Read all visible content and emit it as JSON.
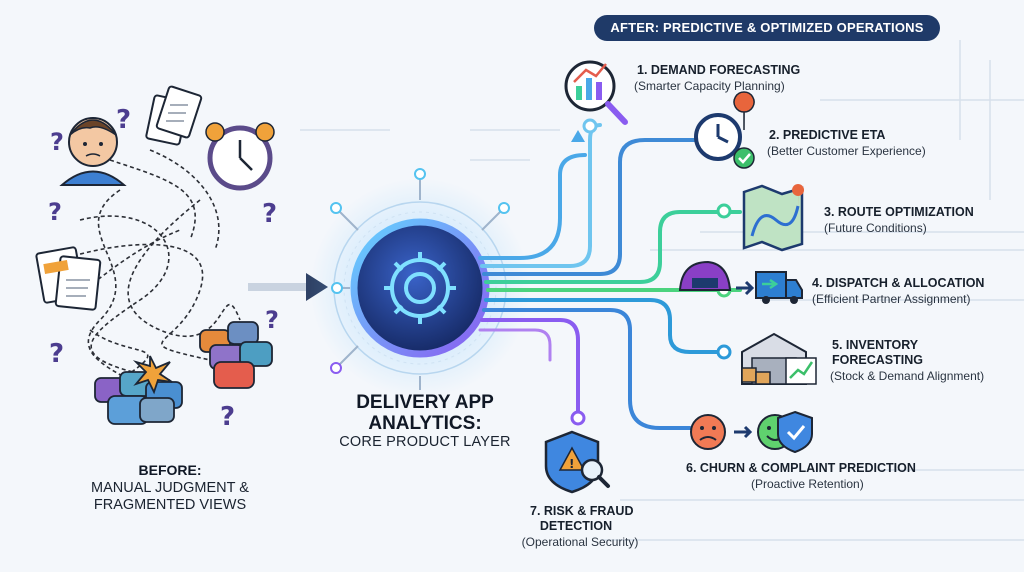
{
  "banner": "AFTER: PREDICTIVE & OPTIMIZED OPERATIONS",
  "center": {
    "title_line1": "DELIVERY APP",
    "title_line2": "ANALYTICS:",
    "subtitle": "CORE PRODUCT LAYER"
  },
  "before": {
    "title": "BEFORE:",
    "subtitle_line1": "MANUAL JUDGMENT &",
    "subtitle_line2": "FRAGMENTED VIEWS"
  },
  "steps": [
    {
      "title": "1. DEMAND FORECASTING",
      "subtitle": "(Smarter Capacity Planning)",
      "icon": "demand-forecast-icon"
    },
    {
      "title": "2. PREDICTIVE ETA",
      "subtitle": "(Better Customer Experience)",
      "icon": "eta-clock-icon"
    },
    {
      "title": "3. ROUTE OPTIMIZATION",
      "subtitle": "(Future Conditions)",
      "icon": "route-map-icon"
    },
    {
      "title": "4. DISPATCH & ALLOCATION",
      "subtitle": "(Efficient Partner Assignment)",
      "icon": "dispatch-icon"
    },
    {
      "title_line1": "5. INVENTORY",
      "title_line2": "FORECASTING",
      "subtitle": "(Stock & Demand Alignment)",
      "icon": "warehouse-icon"
    },
    {
      "title": "6. CHURN & COMPLAINT PREDICTION",
      "subtitle": "(Proactive Retention)",
      "icon": "churn-faces-icon"
    },
    {
      "title_line1": "7. RISK & FRAUD",
      "title_line2": "DETECTION",
      "subtitle": "(Operational Security)",
      "icon": "risk-shield-icon"
    }
  ],
  "colors": {
    "banner_bg": "#1f3a68",
    "hub_core": "#162a66",
    "accent_blue": "#4aa8e8",
    "accent_green": "#3ccf9a",
    "accent_purple": "#8a5cf0",
    "background": "#f4f7fb"
  }
}
